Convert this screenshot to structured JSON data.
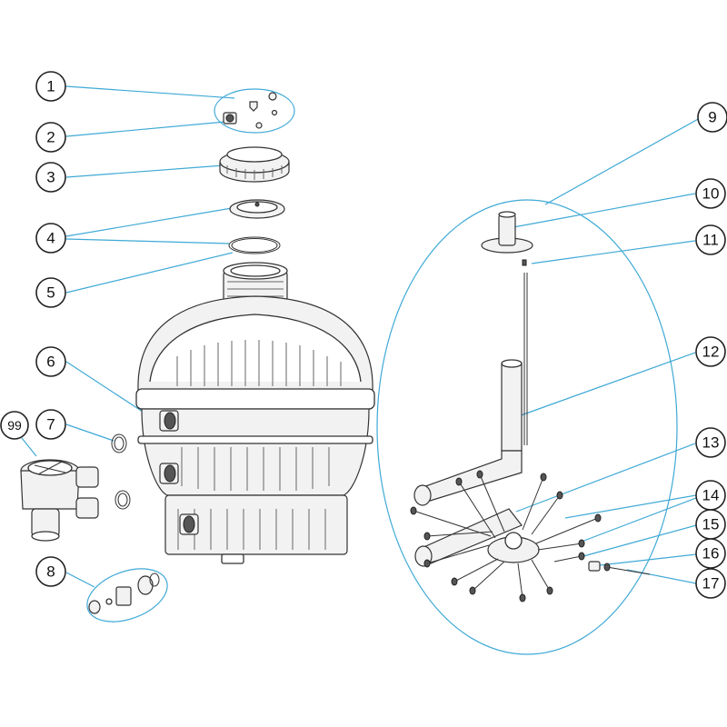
{
  "callouts": [
    {
      "id": "c1",
      "label": "1"
    },
    {
      "id": "c2",
      "label": "2"
    },
    {
      "id": "c3",
      "label": "3"
    },
    {
      "id": "c4",
      "label": "4"
    },
    {
      "id": "c5",
      "label": "5"
    },
    {
      "id": "c6",
      "label": "6"
    },
    {
      "id": "c7",
      "label": "7"
    },
    {
      "id": "c8",
      "label": "8"
    },
    {
      "id": "c9",
      "label": "9"
    },
    {
      "id": "c10",
      "label": "10"
    },
    {
      "id": "c11",
      "label": "11"
    },
    {
      "id": "c12",
      "label": "12"
    },
    {
      "id": "c13",
      "label": "13"
    },
    {
      "id": "c14",
      "label": "14"
    },
    {
      "id": "c15",
      "label": "15"
    },
    {
      "id": "c16",
      "label": "16"
    },
    {
      "id": "c17",
      "label": "17"
    },
    {
      "id": "c99",
      "label": "99"
    }
  ],
  "colors": {
    "leader_line": "#3fa9d6",
    "outline": "#333333",
    "background": "#ffffff"
  }
}
